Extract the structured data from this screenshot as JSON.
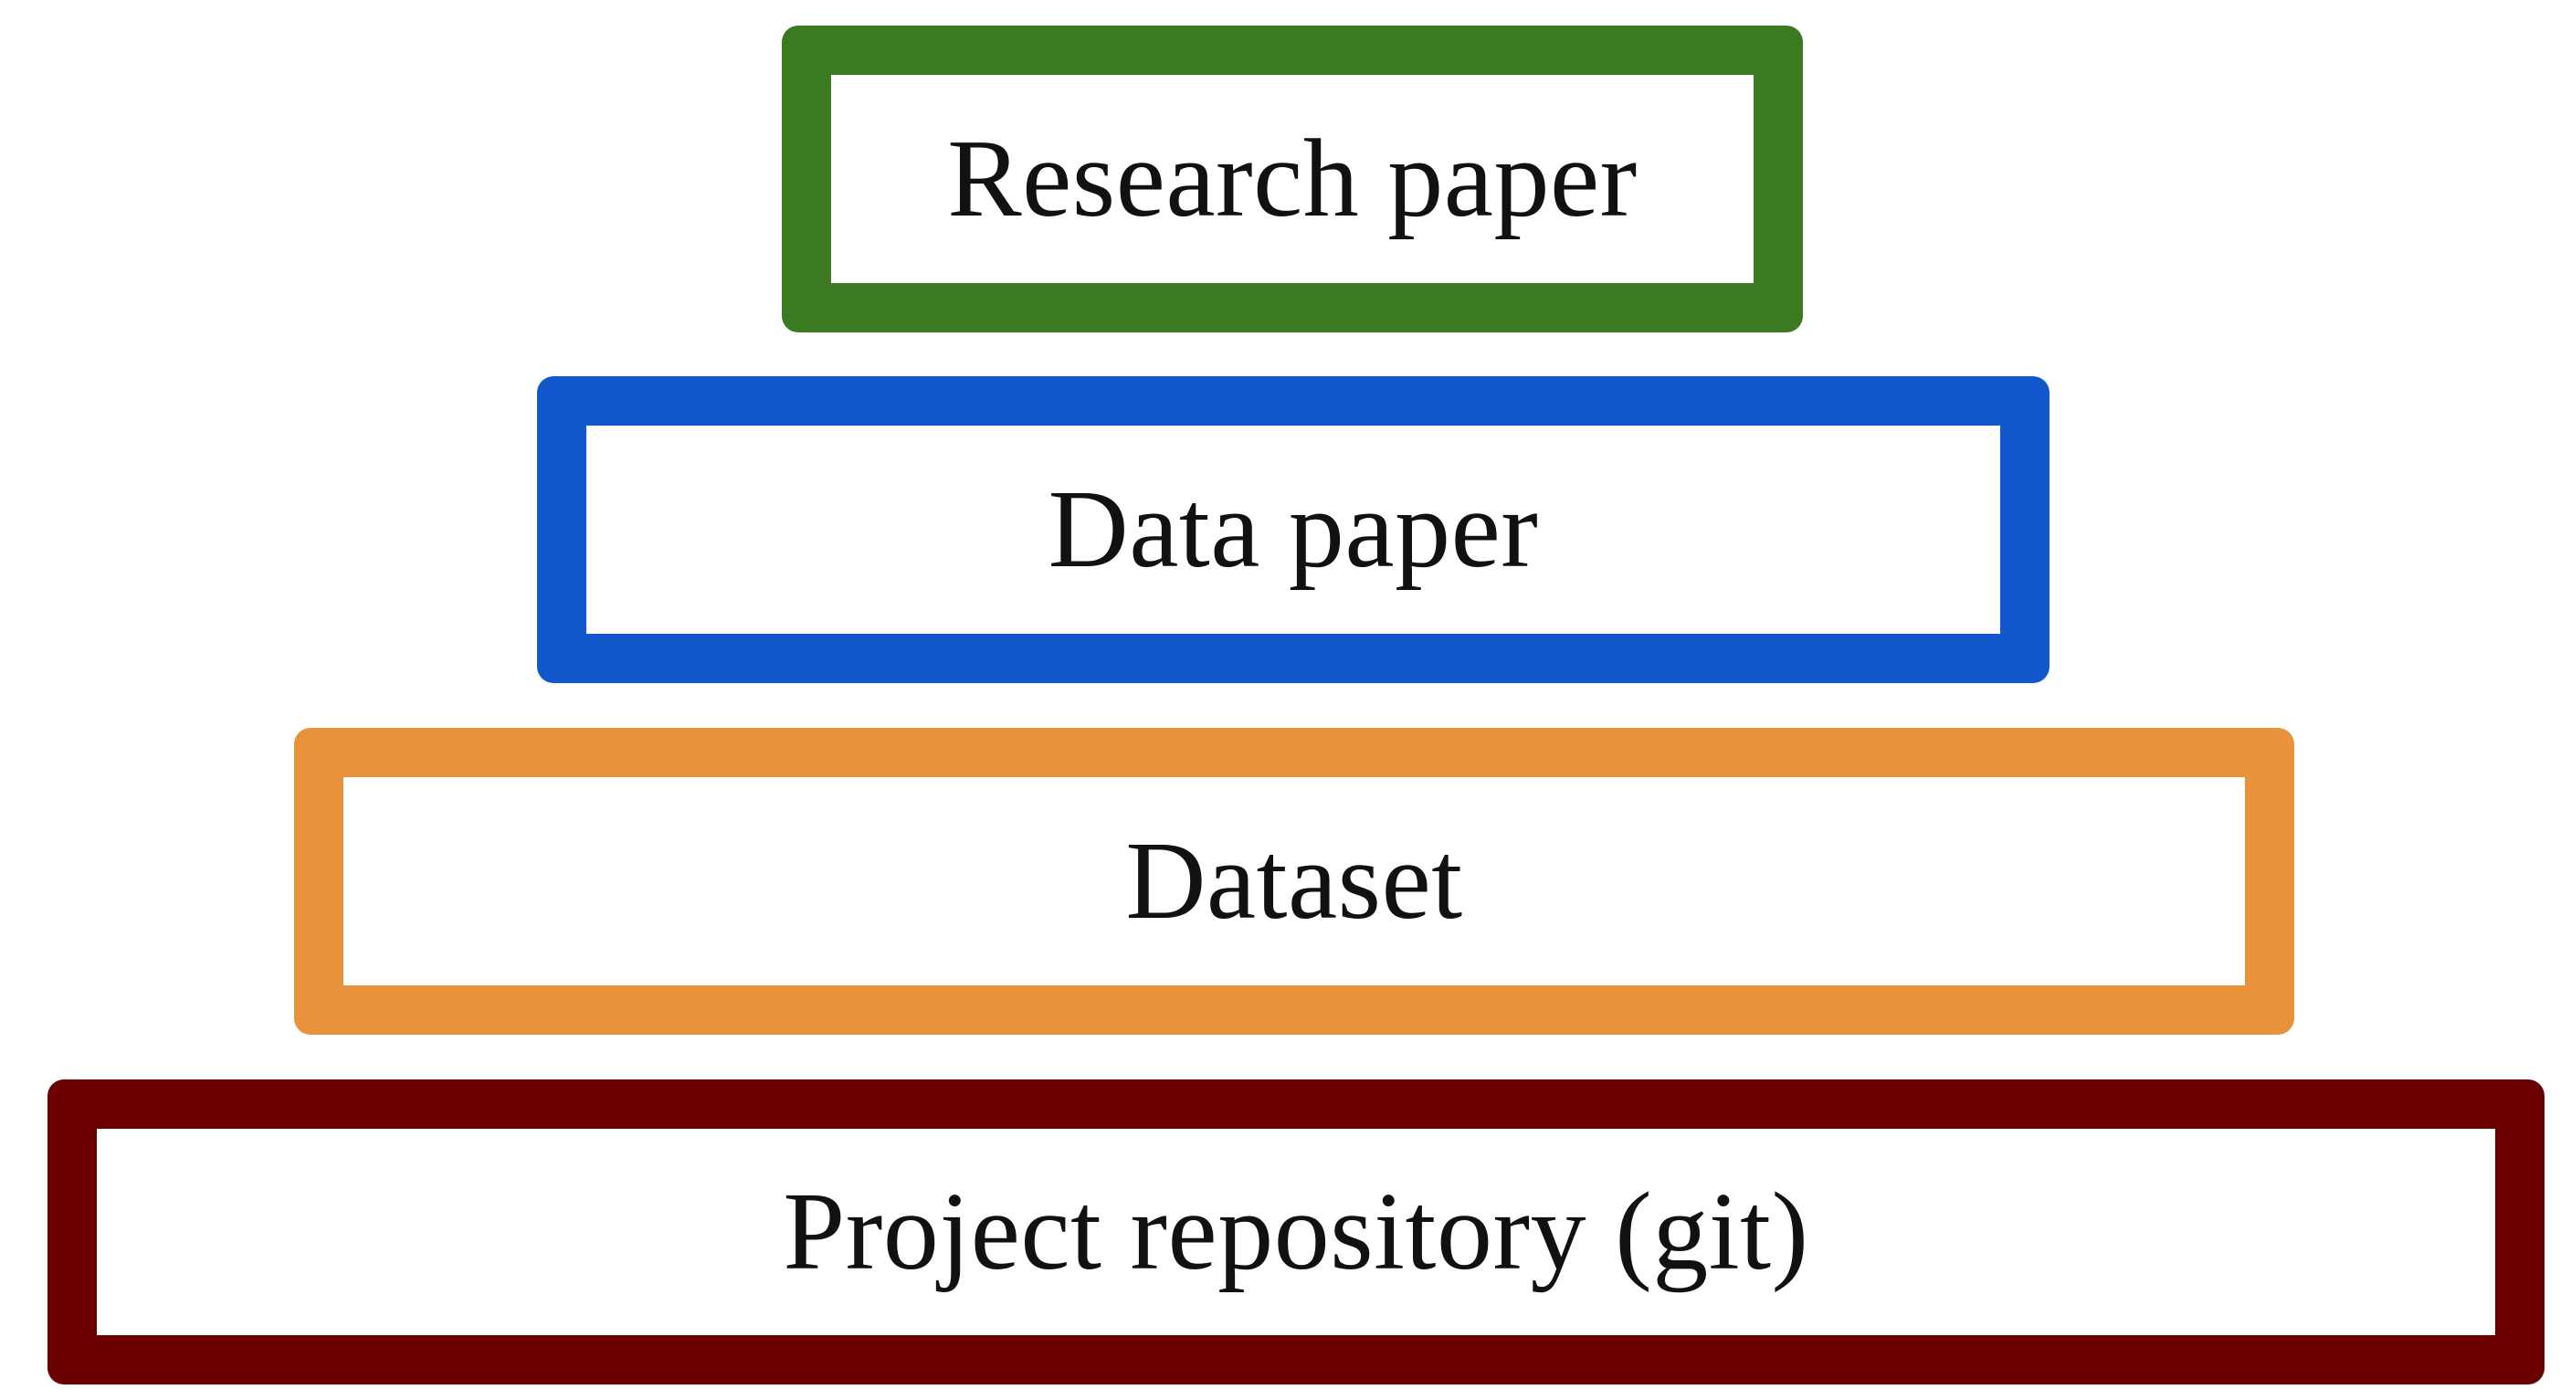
{
  "diagram": {
    "tiers": [
      {
        "label": "Research paper",
        "color": "#3b7a21"
      },
      {
        "label": "Data paper",
        "color": "#1257cc"
      },
      {
        "label": "Dataset",
        "color": "#e8923b"
      },
      {
        "label": "Project repository (git)",
        "color": "#6b0000"
      }
    ]
  }
}
